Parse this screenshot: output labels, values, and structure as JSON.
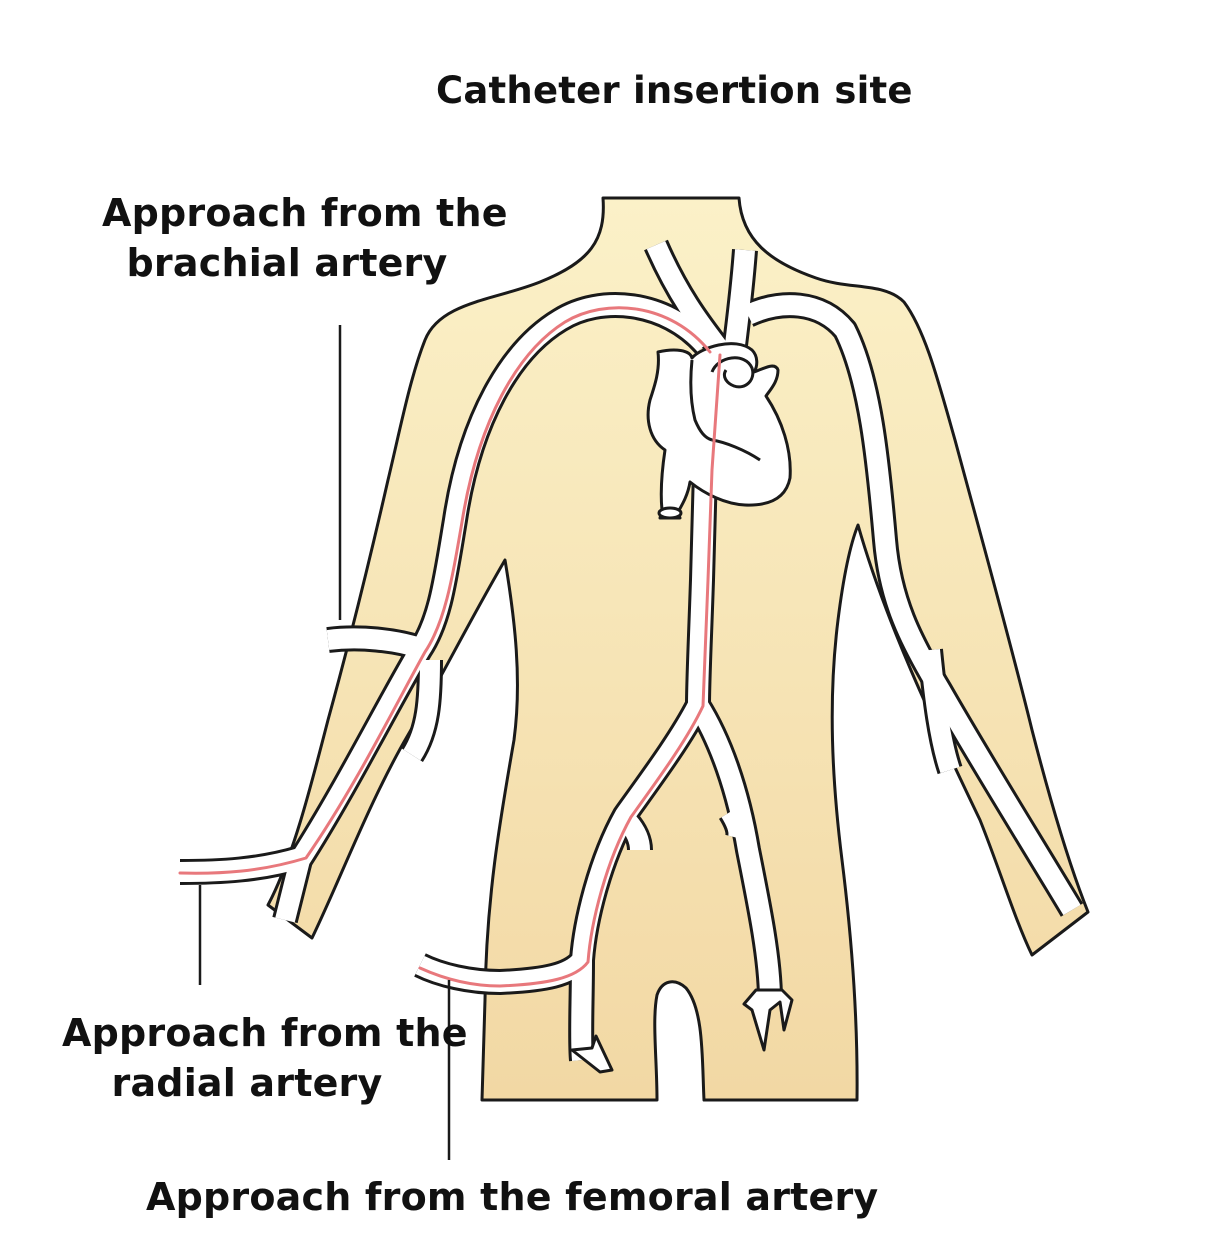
{
  "title": "Catheter insertion site",
  "labels": {
    "brachial": {
      "line1": "Approach from the",
      "line2": "brachial artery"
    },
    "radial": {
      "line1": "Approach from the",
      "line2": "radial artery"
    },
    "femoral": "Approach from the femoral artery"
  },
  "colors": {
    "skin_light": "#fbf1c8",
    "skin_dark": "#f2d8a4",
    "outline": "#1a1a1a",
    "artery": "#ffffff",
    "catheter": "#e8787c"
  }
}
